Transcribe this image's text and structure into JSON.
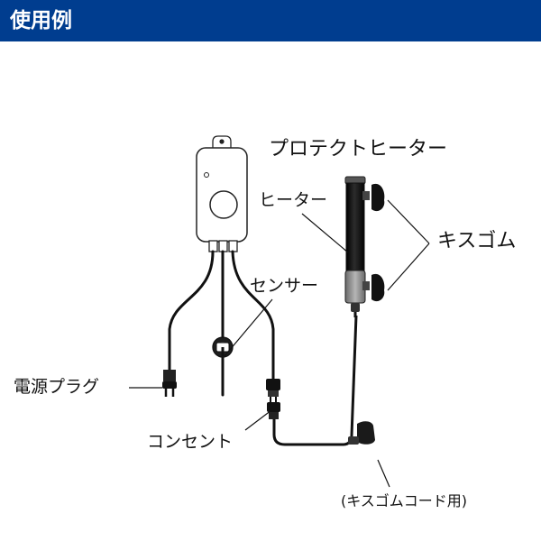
{
  "header": {
    "title": "使用例",
    "color": "#003d8f"
  },
  "diagram": {
    "labels": {
      "protect_heater": "プロテクトヒーター",
      "heater": "ヒーター",
      "kiss_gomu": "キスゴム",
      "sensor": "センサー",
      "plug": "電源プラグ",
      "outlet": "コンセント",
      "cord_kiss_gomu": "(キスゴムコード用)"
    }
  }
}
